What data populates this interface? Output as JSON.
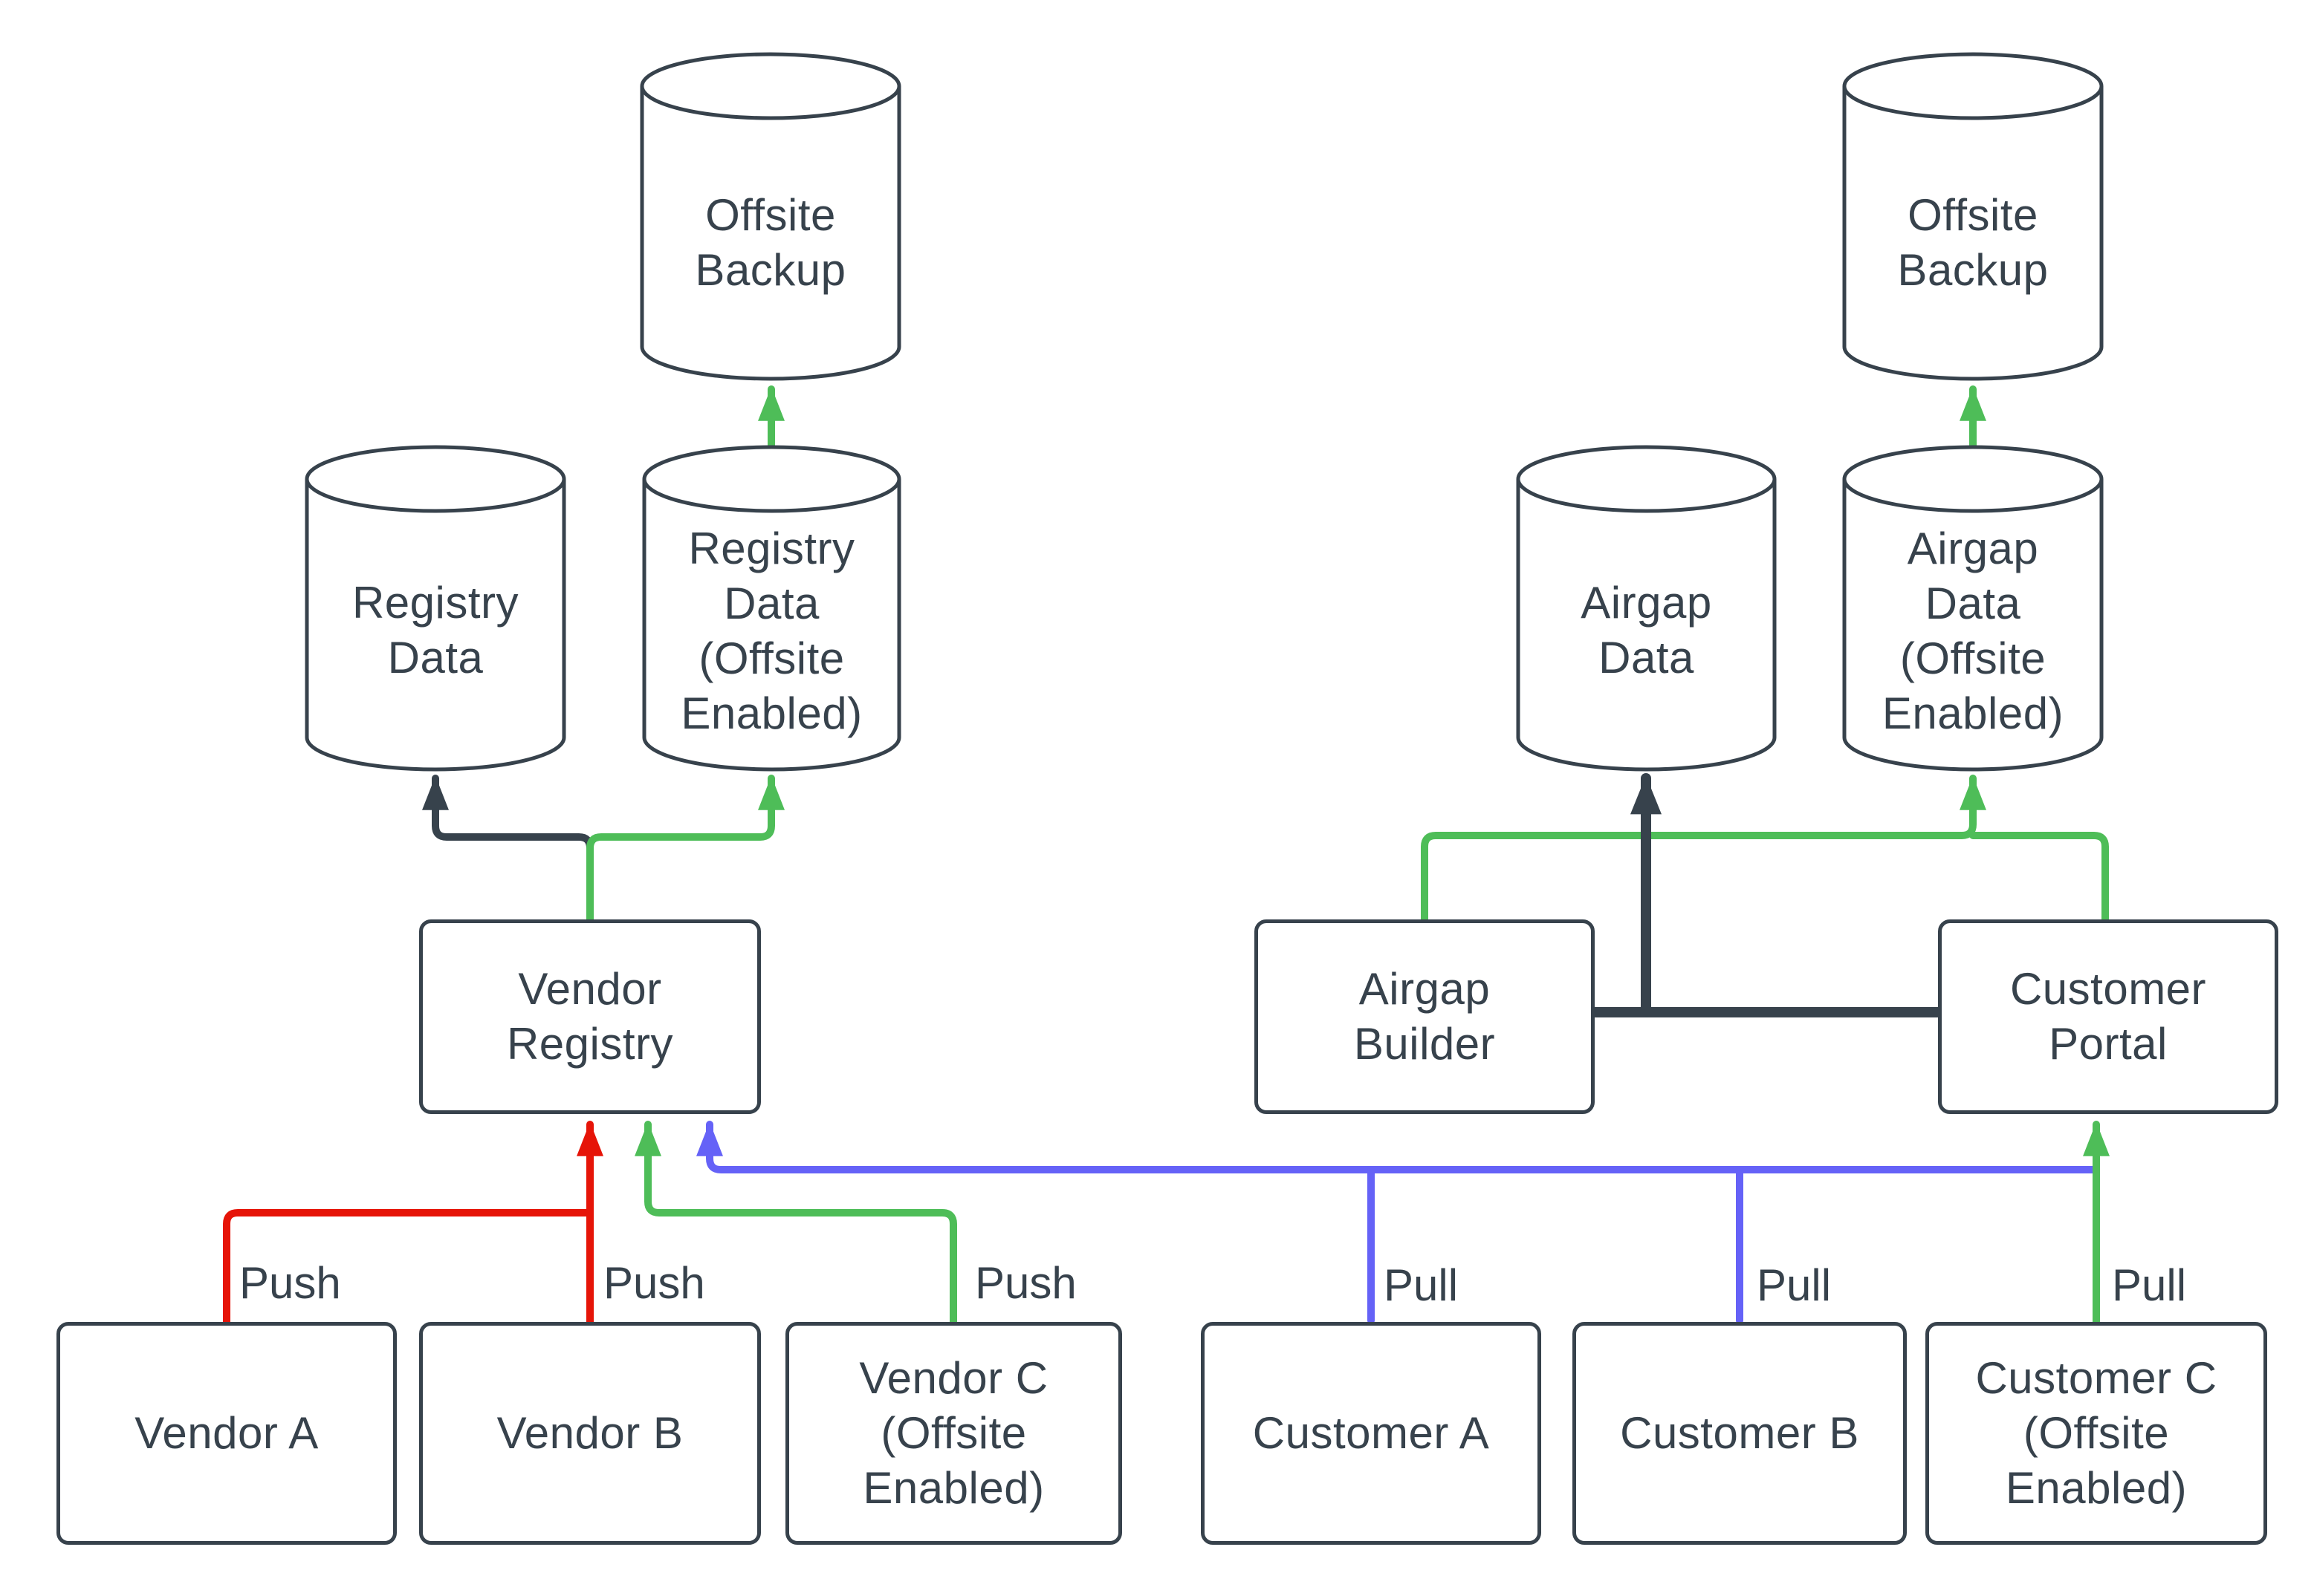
{
  "diagram_type": "architecture-flowchart",
  "colors": {
    "dark": "#37424C",
    "green": "#4EBD58",
    "red": "#E61408",
    "blue": "#6562F7",
    "text": "#37424C",
    "node_border": "#37424C",
    "node_fill": "#FFFFFF",
    "background": "#FFFFFF"
  },
  "nodes": {
    "offsite_backup_left": {
      "type": "cylinder",
      "label": "Offsite\nBackup"
    },
    "registry_data": {
      "type": "cylinder",
      "label": "Registry\nData"
    },
    "registry_data_offsite": {
      "type": "cylinder",
      "label": "Registry\nData\n(Offsite\nEnabled)"
    },
    "vendor_registry": {
      "type": "box",
      "label": "Vendor\nRegistry"
    },
    "vendor_a": {
      "type": "box",
      "label": "Vendor A"
    },
    "vendor_b": {
      "type": "box",
      "label": "Vendor B"
    },
    "vendor_c": {
      "type": "box",
      "label": "Vendor C\n(Offsite\nEnabled)"
    },
    "offsite_backup_right": {
      "type": "cylinder",
      "label": "Offsite\nBackup"
    },
    "airgap_data": {
      "type": "cylinder",
      "label": "Airgap\nData"
    },
    "airgap_data_offsite": {
      "type": "cylinder",
      "label": "Airgap\nData\n(Offsite\nEnabled)"
    },
    "airgap_builder": {
      "type": "box",
      "label": "Airgap\nBuilder"
    },
    "customer_portal": {
      "type": "box",
      "label": "Customer\nPortal"
    },
    "customer_a": {
      "type": "box",
      "label": "Customer A"
    },
    "customer_b": {
      "type": "box",
      "label": "Customer B"
    },
    "customer_c": {
      "type": "box",
      "label": "Customer C\n(Offsite\nEnabled)"
    }
  },
  "edge_labels": {
    "push_vendor_a": "Push",
    "push_vendor_b": "Push",
    "push_vendor_c": "Push",
    "pull_customer_a": "Pull",
    "pull_customer_b": "Pull",
    "pull_customer_c": "Pull"
  }
}
